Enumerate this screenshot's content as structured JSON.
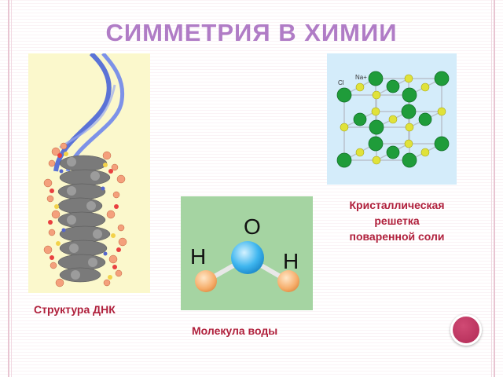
{
  "slide": {
    "title": "СИММЕТРИЯ В ХИМИИ"
  },
  "captions": {
    "crystal": [
      "Кристаллическая",
      "решетка",
      "поваренной соли"
    ],
    "dna": "Структура ДНК",
    "water": "Молекула воды"
  },
  "crystal_image": {
    "ion_cl": "Cl",
    "ion_na": "Na+"
  },
  "water_image": {
    "atom_o": "O",
    "atom_h_left": "H",
    "atom_h_right": "H"
  },
  "colors": {
    "title": "#b07cc6",
    "caption": "#b0203c",
    "accent_circle": "#b12a55"
  }
}
